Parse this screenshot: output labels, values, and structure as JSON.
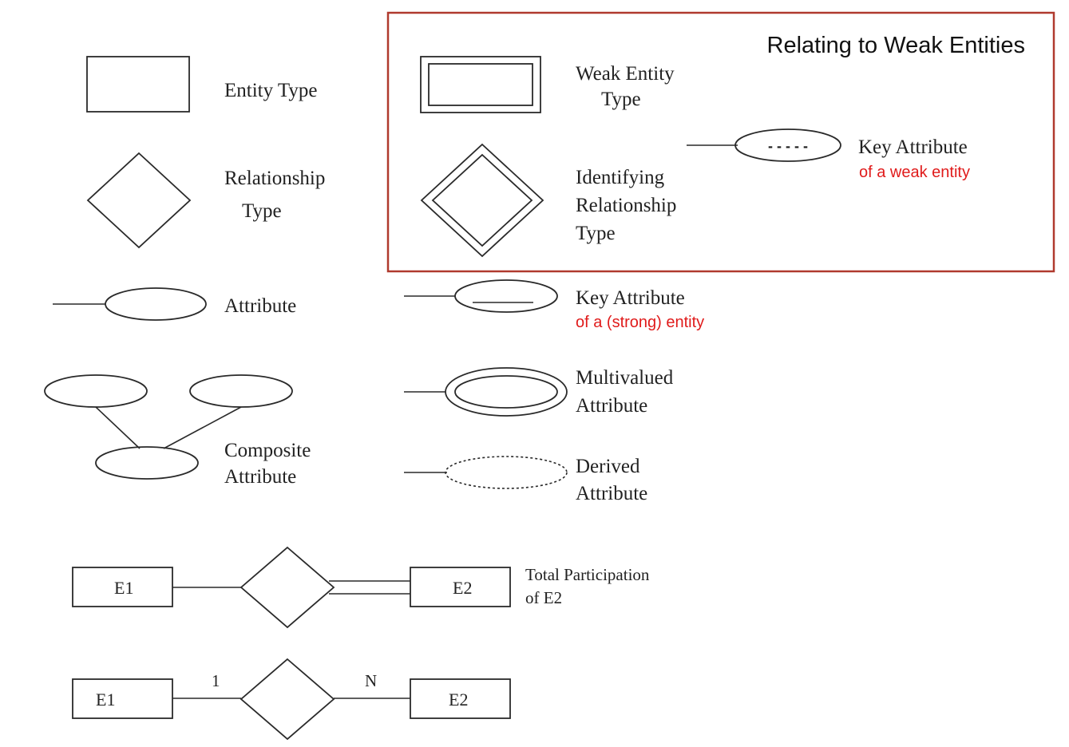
{
  "highlight_box": {
    "title": "Relating to Weak Entities",
    "border_color": "#b03a2e"
  },
  "legend": {
    "entity_type": "Entity Type",
    "relationship_type": [
      "Relationship",
      "Type"
    ],
    "attribute": "Attribute",
    "composite_attribute": [
      "Composite",
      "Attribute"
    ],
    "weak_entity_type": [
      "Weak Entity",
      "Type"
    ],
    "identifying_relationship_type": [
      "Identifying",
      "Relationship",
      "Type"
    ],
    "weak_key_attribute": {
      "label": "Key Attribute",
      "note": "of a weak entity",
      "key_marker": "- - - - -"
    },
    "key_attribute": {
      "label": "Key Attribute",
      "note": "of a (strong) entity"
    },
    "multivalued_attribute": [
      "Multivalued",
      "Attribute"
    ],
    "derived_attribute": [
      "Derived",
      "Attribute"
    ]
  },
  "total_participation": {
    "left_entity": "E1",
    "right_entity": "E2",
    "label": [
      "Total Participation",
      "of E2"
    ]
  },
  "cardinality": {
    "left_entity": "E1",
    "right_entity": "E2",
    "left_ratio": "1",
    "right_ratio": "N"
  },
  "colors": {
    "note_red": "#e01b1b",
    "stroke": "#2a2a2a"
  }
}
